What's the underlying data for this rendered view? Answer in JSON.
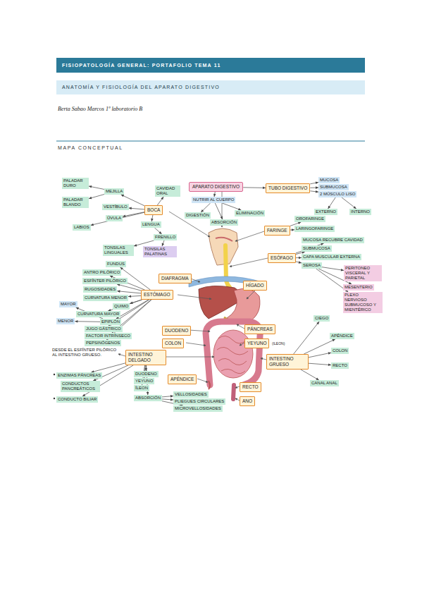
{
  "diagram": {
    "title": "FISIOPATOLOGÍA GENERAL: PORTAFOLIO TEMA 11",
    "nodes": [
      {
        "text": [
          "ANATOMÍA Y FISIOLOGÍA DEL APARATO DIGESTIVO"
        ]
      },
      {
        "text": [
          "APARATO DIGESTIVO"
        ]
      },
      {
        "text": [
          "TUBO DIGESTIVO"
        ]
      },
      {
        "text": [
          "MUCOSA"
        ]
      },
      {
        "text": [
          "SUBMUCOSA"
        ]
      },
      {
        "text": [
          "2 MÚSCULO LISO"
        ]
      },
      {
        "text": [
          "EXTERNO"
        ]
      },
      {
        "text": [
          "INTERNO"
        ]
      },
      {
        "text": [
          "NUTRIR AL CUERPO"
        ]
      },
      {
        "text": [
          "DIGESTIÓN"
        ]
      },
      {
        "text": [
          "ABSORCIÓN"
        ]
      },
      {
        "text": [
          "ELIMINACIÓN"
        ]
      },
      {
        "text": [
          "CAVIDAD ORAL"
        ]
      },
      {
        "text": [
          "BOCA"
        ]
      },
      {
        "text": [
          "MEJILLA"
        ]
      },
      {
        "text": [
          "PALADAR DURO"
        ]
      },
      {
        "text": [
          "PALADAR BLANDO"
        ]
      },
      {
        "text": [
          "VESTÍBULO"
        ]
      },
      {
        "text": [
          "ÚVULA"
        ]
      },
      {
        "text": [
          "LABIOS"
        ]
      },
      {
        "text": [
          "LENGUA"
        ]
      },
      {
        "text": [
          "FRENILLO"
        ]
      },
      {
        "text": [
          "TONSILAS LINGUALES"
        ]
      },
      {
        "text": [
          "TONSILAS PALATINAS"
        ]
      },
      {
        "text": [
          "ESTÓMAGO"
        ]
      },
      {
        "text": [
          "FUNDUS"
        ]
      },
      {
        "text": [
          "ANTRO PILÓRICO"
        ]
      },
      {
        "text": [
          "ESFÍNTER PILÓRICO"
        ]
      },
      {
        "text": [
          "RUGOSIDADES"
        ]
      },
      {
        "text": [
          "CURVATURA MENOR"
        ]
      },
      {
        "text": [
          "QUIMO"
        ]
      },
      {
        "text": [
          "CURVATURA MAYOR"
        ]
      },
      {
        "text": [
          "EPIPLÓN"
        ]
      },
      {
        "text": [
          "JUGO GÁSTRICO"
        ]
      },
      {
        "text": [
          "FACTOR INTRÍNSECO"
        ]
      },
      {
        "text": [
          "PEPSINÓGENOS"
        ]
      },
      {
        "text": [
          "MAYOR"
        ]
      },
      {
        "text": [
          "MENOR"
        ]
      },
      {
        "text": [
          "DIAFRAGMA"
        ]
      },
      {
        "text": [
          "HÍGADO"
        ]
      },
      {
        "text": [
          "DUODENO"
        ]
      },
      {
        "text": [
          "COLON"
        ]
      },
      {
        "text": [
          "PÁNCREAS"
        ]
      },
      {
        "text": [
          "YEYUNO"
        ]
      },
      {
        "text": [
          "INTESTINO DELGADO"
        ]
      },
      {
        "text": [
          "DUODENO"
        ]
      },
      {
        "text": [
          "YEYUNO"
        ]
      },
      {
        "text": [
          "ÍLEON"
        ]
      },
      {
        "text": [
          "ENZIMAS PÁNCREAS"
        ]
      },
      {
        "text": [
          "CONDUCTOS PANCREÁTICOS"
        ]
      },
      {
        "text": [
          "CONDUCTO BILIAR"
        ]
      },
      {
        "text": [
          "ABSORCIÓN"
        ]
      },
      {
        "text": [
          "VELLOSIDADES"
        ]
      },
      {
        "text": [
          "PLIEGUES CIRCULARES"
        ]
      },
      {
        "text": [
          "MICROVELLOSIDADES"
        ]
      },
      {
        "text": [
          "APÉNDICE"
        ]
      },
      {
        "text": [
          "RECTO"
        ]
      },
      {
        "text": [
          "ANO"
        ]
      },
      {
        "text": [
          "INTESTINO GRUESO"
        ]
      },
      {
        "text": [
          "CIEGO"
        ]
      },
      {
        "text": [
          "APÉNDICE"
        ]
      },
      {
        "text": [
          "COLON"
        ]
      },
      {
        "text": [
          "RECTO"
        ]
      },
      {
        "text": [
          "CANAL ANAL"
        ]
      },
      {
        "text": [
          "FARINGE"
        ]
      },
      {
        "text": [
          "OROFARINGE"
        ]
      },
      {
        "text": [
          "LARINGOFARINGE"
        ]
      },
      {
        "text": [
          "ESÓFAGO"
        ]
      },
      {
        "text": [
          "MUCOSA RECUBRE CAVIDAD"
        ]
      },
      {
        "text": [
          "SUBMUCOSA"
        ]
      },
      {
        "text": [
          "CAPA MUSCULAR EXTERNA"
        ]
      },
      {
        "text": [
          "SEROSA"
        ]
      },
      {
        "text": [
          "PERITONEO VISCERAL Y PARIETAL"
        ]
      },
      {
        "text": [
          "MESENTERIO"
        ]
      },
      {
        "text": [
          "PLEXO NERVIOSO SUBMUCOSO Y MIENTÉRICO"
        ]
      }
    ],
    "edges": [
      {
        "from": 1,
        "to": 2,
        "arrow": "to"
      },
      {
        "from": 2,
        "to": 3,
        "arrow": "to"
      },
      {
        "from": 2,
        "to": 4,
        "arrow": "to"
      },
      {
        "from": 2,
        "to": 5,
        "arrow": "to"
      },
      {
        "from": 5,
        "to": 6,
        "arrow": "to"
      },
      {
        "from": 5,
        "to": 7,
        "arrow": "to"
      },
      {
        "from": 1,
        "to": 8,
        "arrow": "to"
      },
      {
        "from": 8,
        "to": 9,
        "arrow": "to"
      },
      {
        "from": 8,
        "to": 10,
        "arrow": "to"
      },
      {
        "from": 8,
        "to": 11,
        "arrow": "to"
      },
      {
        "from": 13,
        "to": 12,
        "arrow": "to"
      },
      {
        "from": 13,
        "to": 14,
        "arrow": "to"
      },
      {
        "from": 14,
        "to": 15,
        "arrow": "to"
      },
      {
        "from": 14,
        "to": 16,
        "arrow": "to"
      },
      {
        "from": 13,
        "to": 17,
        "arrow": "to"
      },
      {
        "from": 13,
        "to": 18,
        "arrow": "to"
      },
      {
        "from": 13,
        "to": 19,
        "arrow": "to"
      },
      {
        "from": 13,
        "to": 20,
        "arrow": "to"
      },
      {
        "from": 20,
        "to": 21,
        "arrow": "to"
      },
      {
        "from": 21,
        "to": 22,
        "arrow": "to"
      },
      {
        "from": 21,
        "to": 23,
        "arrow": "to"
      },
      {
        "from": 24,
        "to": 25,
        "arrow": "to"
      },
      {
        "from": 24,
        "to": 26,
        "arrow": "to"
      },
      {
        "from": 24,
        "to": 27,
        "arrow": "to"
      },
      {
        "from": 24,
        "to": 28,
        "arrow": "to"
      },
      {
        "from": 24,
        "to": 29,
        "arrow": "to"
      },
      {
        "from": 24,
        "to": 30,
        "arrow": "to"
      },
      {
        "from": 24,
        "to": 31,
        "arrow": "to"
      },
      {
        "from": 24,
        "to": 32,
        "arrow": "to"
      },
      {
        "from": 24,
        "to": 33,
        "arrow": "to"
      },
      {
        "from": 24,
        "to": 34,
        "arrow": "to"
      },
      {
        "from": 24,
        "to": 35,
        "arrow": "to"
      },
      {
        "from": 32,
        "to": 36,
        "arrow": "to"
      },
      {
        "from": 32,
        "to": 37,
        "arrow": "to"
      },
      {
        "from": 44,
        "to": 45,
        "arrow": "to"
      },
      {
        "from": 44,
        "to": 46,
        "arrow": "to"
      },
      {
        "from": 44,
        "to": 47,
        "arrow": "to"
      },
      {
        "from": 44,
        "to": 48,
        "arrow": "to"
      },
      {
        "from": 44,
        "to": 49,
        "arrow": "to"
      },
      {
        "from": 44,
        "to": 50,
        "arrow": "to"
      },
      {
        "from": 44,
        "to": 51,
        "arrow": "to"
      },
      {
        "from": 51,
        "to": 52,
        "arrow": "to"
      },
      {
        "from": 51,
        "to": 53,
        "arrow": "to"
      },
      {
        "from": 51,
        "to": 54,
        "arrow": "to"
      },
      {
        "from": 58,
        "to": 59,
        "arrow": "to"
      },
      {
        "from": 58,
        "to": 60,
        "arrow": "to"
      },
      {
        "from": 58,
        "to": 61,
        "arrow": "to"
      },
      {
        "from": 58,
        "to": 62,
        "arrow": "to"
      },
      {
        "from": 58,
        "to": 63,
        "arrow": "to"
      },
      {
        "from": 64,
        "to": 65,
        "arrow": "to"
      },
      {
        "from": 64,
        "to": 66,
        "arrow": "to"
      },
      {
        "from": 67,
        "to": 68,
        "arrow": "to"
      },
      {
        "from": 67,
        "to": 69,
        "arrow": "to"
      },
      {
        "from": 67,
        "to": 70,
        "arrow": "to"
      },
      {
        "from": 67,
        "to": 71,
        "arrow": "to"
      },
      {
        "from": 71,
        "to": 72,
        "arrow": "to"
      },
      {
        "from": 71,
        "to": 73,
        "arrow": "to"
      },
      {
        "from": 71,
        "to": 74,
        "arrow": "to"
      }
    ],
    "labels": [
      "Berta Sabao Marcos 1º laboratorio B",
      "MAPA CONCEPTUAL",
      "DESDE EL ESFÍNTER PILÓRICO AL INTESTINO GRUESO.",
      "(ILEON)"
    ]
  }
}
